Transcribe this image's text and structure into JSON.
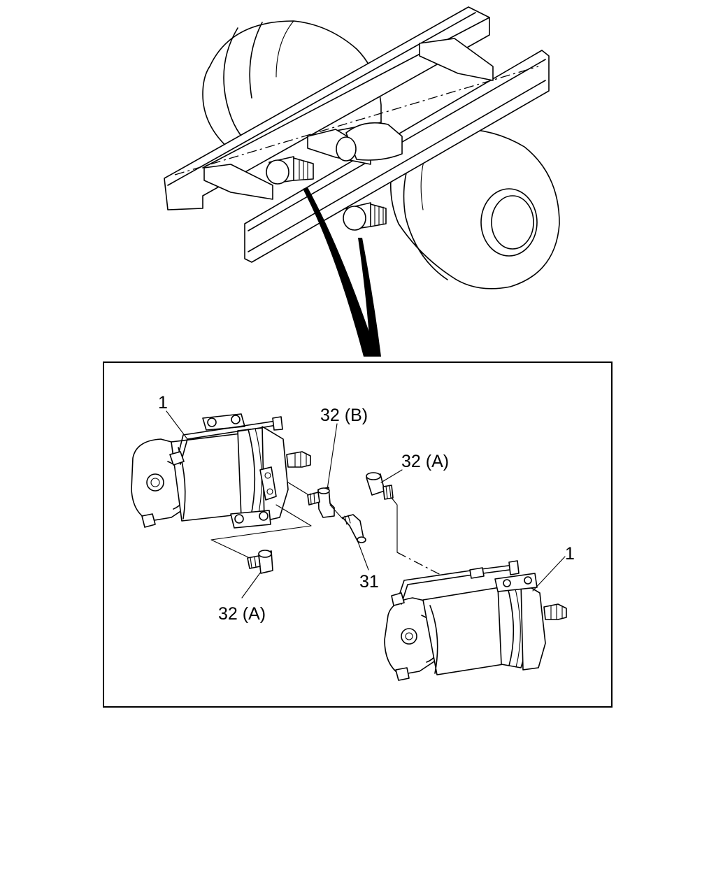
{
  "diagram": {
    "callouts": {
      "part_1_left": "1",
      "part_1_right": "1",
      "part_32b": "32 (B)",
      "part_32a_top": "32 (A)",
      "part_32a_bottom": "32 (A)",
      "part_31": "31"
    }
  }
}
